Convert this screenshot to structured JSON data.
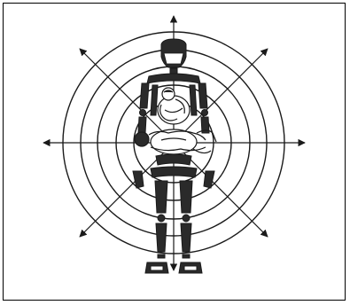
{
  "figure": {
    "background_color": "#ffffff",
    "line_color": "#1a1a1a",
    "fill_color": "#2a2a2a",
    "rings": 5,
    "arrow_directions": [
      "up",
      "down",
      "left",
      "right",
      "up-left",
      "up-right",
      "down-left",
      "down-right"
    ],
    "central_figure": "segmented-human-figure",
    "inner_figures": [
      "curled-infant-figure",
      "reclining-infant-figure"
    ]
  }
}
